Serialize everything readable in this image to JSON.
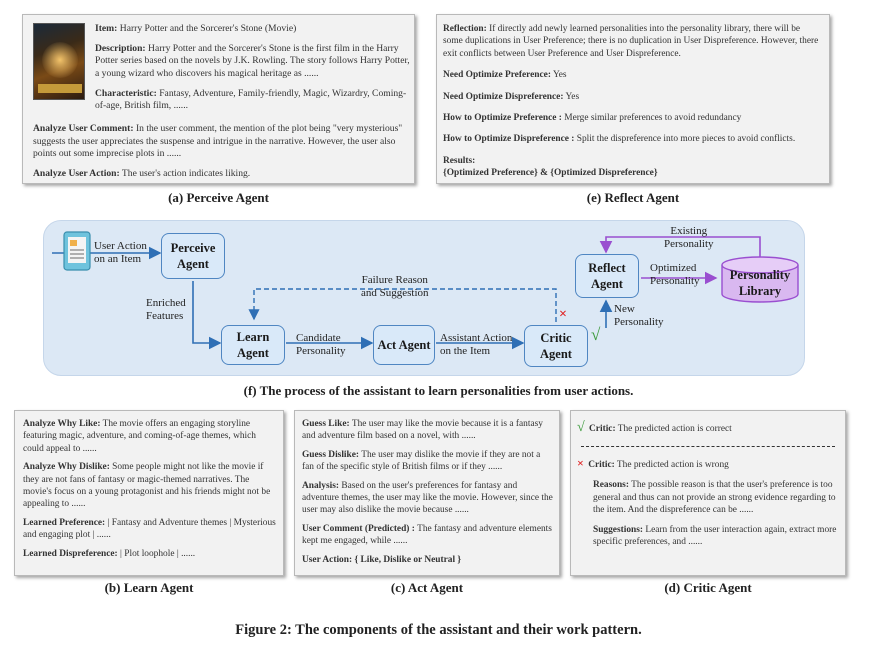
{
  "perceive": {
    "item_label": "Item:",
    "item_value": "Harry Potter and the Sorcerer's Stone (Movie)",
    "description_label": "Description:",
    "description_value": "Harry Potter and the Sorcerer's Stone is the first film in the Harry Potter series based on the novels by J.K. Rowling. The story follows Harry Potter, a young wizard who discovers his magical heritage as ......",
    "characteristic_label": "Characteristic:",
    "characteristic_value": "Fantasy, Adventure, Family-friendly, Magic, Wizardry, Coming-of-age, British film, ......",
    "comment_label": "Analyze User Comment:",
    "comment_value": "In the user comment, the mention of the plot being \"very mysterious\" suggests the user appreciates the suspense and intrigue in the narrative. However, the user also points out some imprecise plots in ......",
    "action_label": "Analyze User Action:",
    "action_value": "The user's action indicates liking.",
    "caption": "(a) Perceive Agent"
  },
  "reflect": {
    "reflection_label": "Reflection:",
    "reflection_value": "If directly add newly learned personalities into the personality library, there will be some duplications in User Preference; there is no duplication in User Dispreference. However, there exit conflicts between User Preference and User Dispreference.",
    "need_pref_label": "Need Optimize Preference:",
    "need_pref_value": "Yes",
    "need_dispref_label": "Need Optimize Dispreference:",
    "need_dispref_value": "Yes",
    "how_pref_label": "How to Optimize Preference :",
    "how_pref_value": "Merge similar preferences to avoid redundancy",
    "how_dispref_label": "How to Optimize Dispreference :",
    "how_dispref_value": "Split the dispreference into more pieces to avoid conflicts.",
    "results_label": "Results:",
    "results_value": "{Optimized Preference} & {Optimized Dispreference}",
    "caption": "(e) Reflect Agent"
  },
  "process": {
    "nodes": {
      "perceive": "Perceive Agent",
      "learn": "Learn Agent",
      "act": "Act Agent",
      "critic": "Critic Agent",
      "reflect": "Reflect Agent",
      "library": "Personality Library"
    },
    "edges": {
      "user_action_1": "User Action",
      "user_action_2": "on an Item",
      "enriched_1": "Enriched",
      "enriched_2": "Features",
      "candidate_1": "Candidate",
      "candidate_2": "Personality",
      "assistant_1": "Assistant Action",
      "assistant_2": "on the Item",
      "failure_1": "Failure Reason",
      "failure_2": "and Suggestion",
      "new_1": "New",
      "new_2": "Personality",
      "optimized_1": "Optimized",
      "optimized_2": "Personality",
      "existing_1": "Existing",
      "existing_2": "Personality"
    },
    "check_mark": "√",
    "cross_mark": "×",
    "caption": "(f) The process of the assistant to learn personalities  from user actions.",
    "colors": {
      "node_border": "#4f86c2",
      "library": "#d9b8f0",
      "library_border": "#9a4fd0",
      "reflect_arrow": "#9a4fd0"
    }
  },
  "learn": {
    "why_like_label": "Analyze Why Like:",
    "why_like_value": "The movie offers an engaging storyline featuring magic, adventure, and coming-of-age themes, which could appeal to ......",
    "why_dislike_label": "Analyze Why Dislike:",
    "why_dislike_value": "Some people might not like the movie if they are not fans of fantasy or magic-themed narratives. The movie's focus on a young protagonist and his friends might not be appealing to ......",
    "pref_label": "Learned Preference:",
    "pref_value": "| Fantasy and Adventure themes | Mysterious and engaging plot | ......",
    "dispref_label": "Learned Dispreference:",
    "dispref_value": "| Plot loophole | ......",
    "caption": "(b) Learn Agent"
  },
  "act": {
    "guess_like_label": "Guess Like:",
    "guess_like_value": "The user may like the movie because it is a fantasy and adventure film based on a novel, with ......",
    "guess_dislike_label": "Guess Dislike:",
    "guess_dislike_value": "The user may dislike the movie if they are not a fan of the specific style of British films or if they ......",
    "analysis_label": "Analysis:",
    "analysis_value": "Based on the user's preferences for fantasy and adventure themes, the user may like the movie. However, since the user may also dislike the movie because ......",
    "comment_label": "User Comment (Predicted) :",
    "comment_value": "The fantasy and adventure elements kept me engaged, while ......",
    "action_label": "User Action:",
    "action_value": "{ Like, Dislike or Neutral }",
    "caption": "(c) Act Agent"
  },
  "critic": {
    "correct_label": "Critic:",
    "correct_value": "The predicted action is correct",
    "wrong_label": "Critic:",
    "wrong_value": "The predicted action is wrong",
    "reasons_label": "Reasons:",
    "reasons_value": "The possible reason is that the user's preference is too general and thus can not provide an strong evidence regarding to the item. And the dispreference can be ......",
    "suggestions_label": "Suggestions:",
    "suggestions_value": "Learn from the user interaction again, extract more specific preferences, and ......",
    "check_mark": "√",
    "cross_mark": "×",
    "caption": "(d) Critic Agent"
  },
  "figure_caption": "Figure 2: The components of the assistant and their work pattern."
}
